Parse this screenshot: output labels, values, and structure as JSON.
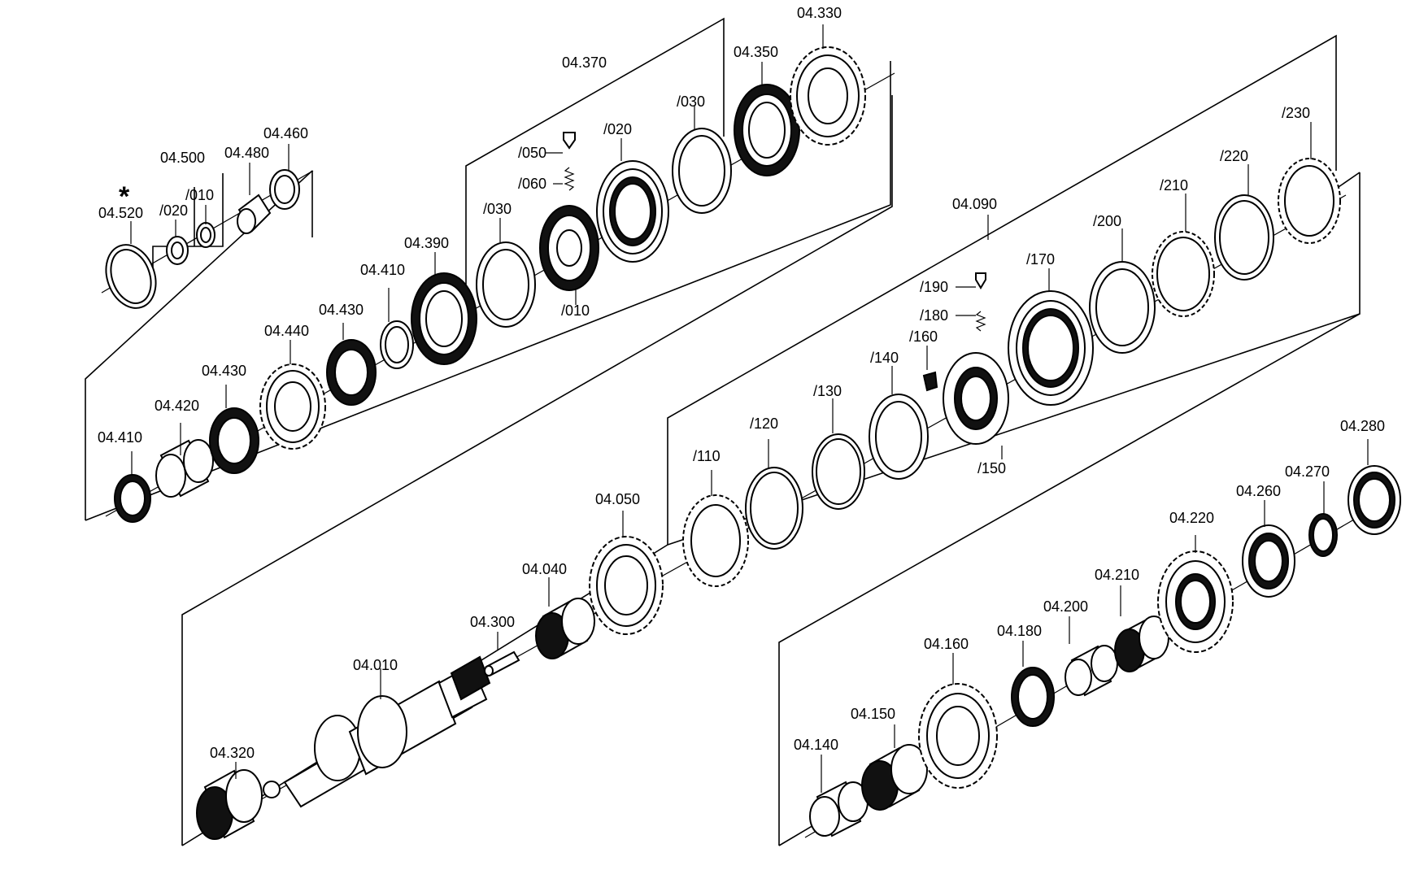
{
  "labels": {
    "l_04_520": "04.520",
    "l_04_500": "04.500",
    "l_04_480": "04.480",
    "l_04_460": "04.460",
    "l_020a": "/020",
    "l_010a": "/010",
    "star": "*",
    "l_04_370": "04.370",
    "l_04_350": "04.350",
    "l_04_330": "04.330",
    "l_030a": "/030",
    "l_020b": "/020",
    "l_050": "/050",
    "l_060": "/060",
    "l_030b": "/030",
    "l_010b": "/010",
    "l_04_390": "04.390",
    "l_04_410a": "04.410",
    "l_04_430a": "04.430",
    "l_04_440": "04.440",
    "l_04_430b": "04.430",
    "l_04_420": "04.420",
    "l_04_410b": "04.410",
    "l_04_090": "04.090",
    "l_230": "/230",
    "l_220": "/220",
    "l_210": "/210",
    "l_200": "/200",
    "l_170": "/170",
    "l_190": "/190",
    "l_180": "/180",
    "l_160": "/160",
    "l_140": "/140",
    "l_150": "/150",
    "l_130": "/130",
    "l_120": "/120",
    "l_110": "/110",
    "l_04_280": "04.280",
    "l_04_270": "04.270",
    "l_04_260": "04.260",
    "l_04_220": "04.220",
    "l_04_210": "04.210",
    "l_04_200": "04.200",
    "l_04_180": "04.180",
    "l_04_160": "04.160",
    "l_04_150": "04.150",
    "l_04_140": "04.140",
    "l_04_050": "04.050",
    "l_04_040": "04.040",
    "l_04_300": "04.300",
    "l_04_010": "04.010",
    "l_04_320": "04.320"
  }
}
